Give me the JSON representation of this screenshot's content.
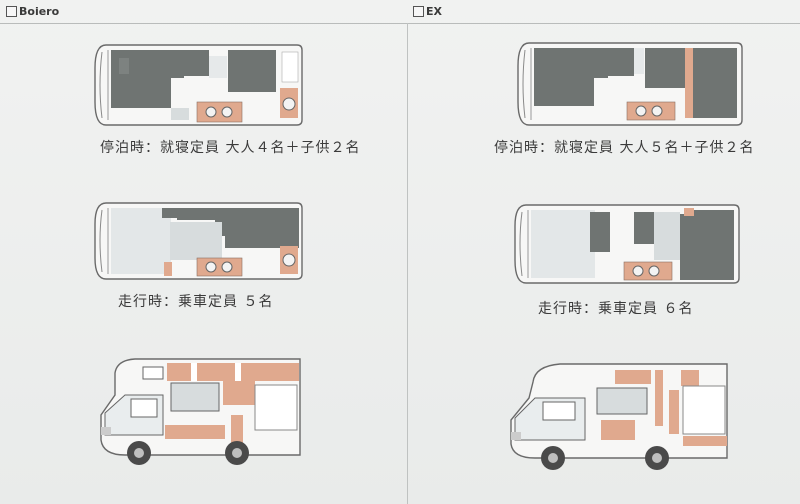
{
  "models": [
    {
      "name": "Boiero",
      "captions": {
        "night": "停泊時：就寝定員 大人４名＋子供２名",
        "drive": "走行時：乗車定員 ５名"
      }
    },
    {
      "name": "EX",
      "captions": {
        "night": "停泊時：就寝定員 大人５名＋子供２名",
        "drive": "走行時：乗車定員 ６名"
      }
    }
  ],
  "colors": {
    "seat": "#6f7472",
    "bed_light": "#d7dcdd",
    "wood": "#e0a98e",
    "outline": "#6a6a6a",
    "floor": "#f7f7f6"
  }
}
